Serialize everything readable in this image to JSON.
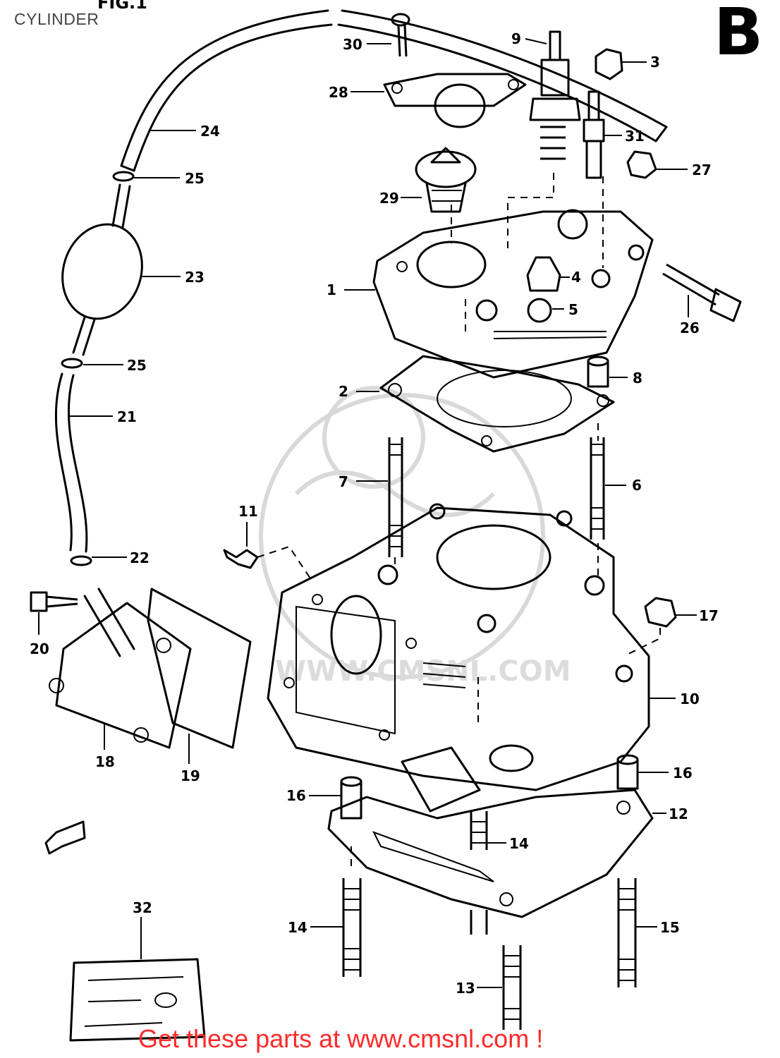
{
  "page": {
    "title": "CYLINDER",
    "fig_label": "FIG.1",
    "section_letter": "B"
  },
  "footer": {
    "link_text": "Get these parts at www.cmsnl.com !",
    "link_color": "#ff2a2a"
  },
  "watermark": {
    "text": "WWW.CMSNL.COM"
  },
  "callouts": [
    "1",
    "2",
    "3",
    "4",
    "5",
    "6",
    "7",
    "8",
    "9",
    "10",
    "11",
    "12",
    "13",
    "14",
    "14",
    "14",
    "15",
    "16",
    "16",
    "17",
    "18",
    "19",
    "20",
    "21",
    "22",
    "23",
    "24",
    "25",
    "25",
    "26",
    "27",
    "28",
    "29",
    "30",
    "31",
    "32"
  ],
  "colors": {
    "ink": "#000000",
    "title_gray": "#444444",
    "watermark_gray": "#dcdcdc"
  }
}
